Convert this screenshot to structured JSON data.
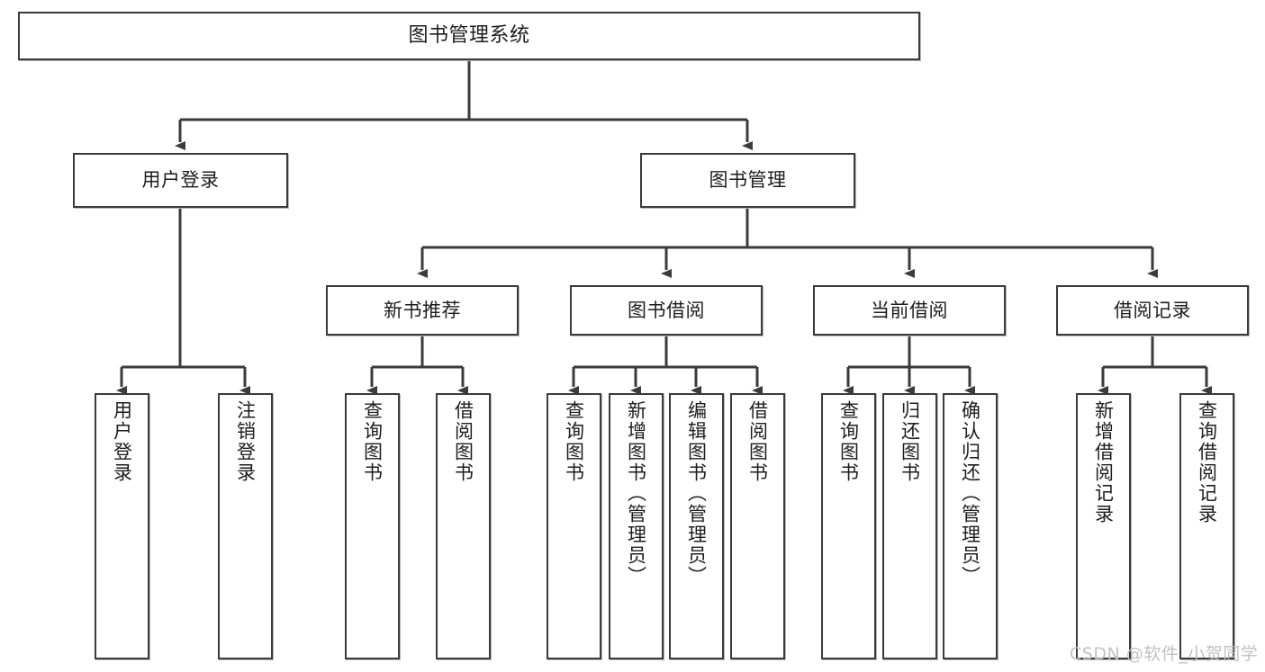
{
  "diagram": {
    "type": "tree-hierarchy-chart",
    "title": "图书管理系统",
    "watermark": "CSDN @软件_小贺同学",
    "colors": {
      "node_border": "#3b3b3b",
      "node_fill": "#ffffff",
      "edge": "#3b3b3b",
      "text": "#1d1d1d",
      "watermark": "#c2c2c2",
      "background": "#ffffff"
    },
    "nodes": {
      "root": {
        "label": "图书管理系统",
        "level": 1
      },
      "level2": [
        {
          "id": "user-login",
          "label": "用户登录"
        },
        {
          "id": "book-management",
          "label": "图书管理"
        }
      ],
      "level3": [
        {
          "id": "new-book-recommend",
          "label": "新书推荐",
          "parent": "book-management"
        },
        {
          "id": "book-borrow",
          "label": "图书借阅",
          "parent": "book-management"
        },
        {
          "id": "current-borrow",
          "label": "当前借阅",
          "parent": "book-management"
        },
        {
          "id": "borrow-record",
          "label": "借阅记录",
          "parent": "book-management"
        }
      ],
      "leaves": [
        {
          "id": "leaf-user-login",
          "label": "用户登录",
          "parent": "user-login"
        },
        {
          "id": "leaf-logout-login",
          "label": "注销登录",
          "parent": "user-login"
        },
        {
          "id": "leaf-query-book-1",
          "label": "查询图书",
          "parent": "new-book-recommend"
        },
        {
          "id": "leaf-borrow-book-1",
          "label": "借阅图书",
          "parent": "new-book-recommend"
        },
        {
          "id": "leaf-query-book-2",
          "label": "查询图书",
          "parent": "book-borrow"
        },
        {
          "id": "leaf-add-book",
          "label": "新增图书（管理员）",
          "parent": "book-borrow"
        },
        {
          "id": "leaf-edit-book",
          "label": "编辑图书（管理员）",
          "parent": "book-borrow"
        },
        {
          "id": "leaf-borrow-book-2",
          "label": "借阅图书",
          "parent": "book-borrow"
        },
        {
          "id": "leaf-query-book-3",
          "label": "查询图书",
          "parent": "current-borrow"
        },
        {
          "id": "leaf-return-book",
          "label": "归还图书",
          "parent": "current-borrow"
        },
        {
          "id": "leaf-confirm-return",
          "label": "确认归还（管理员）",
          "parent": "current-borrow"
        },
        {
          "id": "leaf-add-record",
          "label": "新增借阅记录",
          "parent": "borrow-record"
        },
        {
          "id": "leaf-query-record",
          "label": "查询借阅记录",
          "parent": "borrow-record"
        }
      ]
    }
  }
}
